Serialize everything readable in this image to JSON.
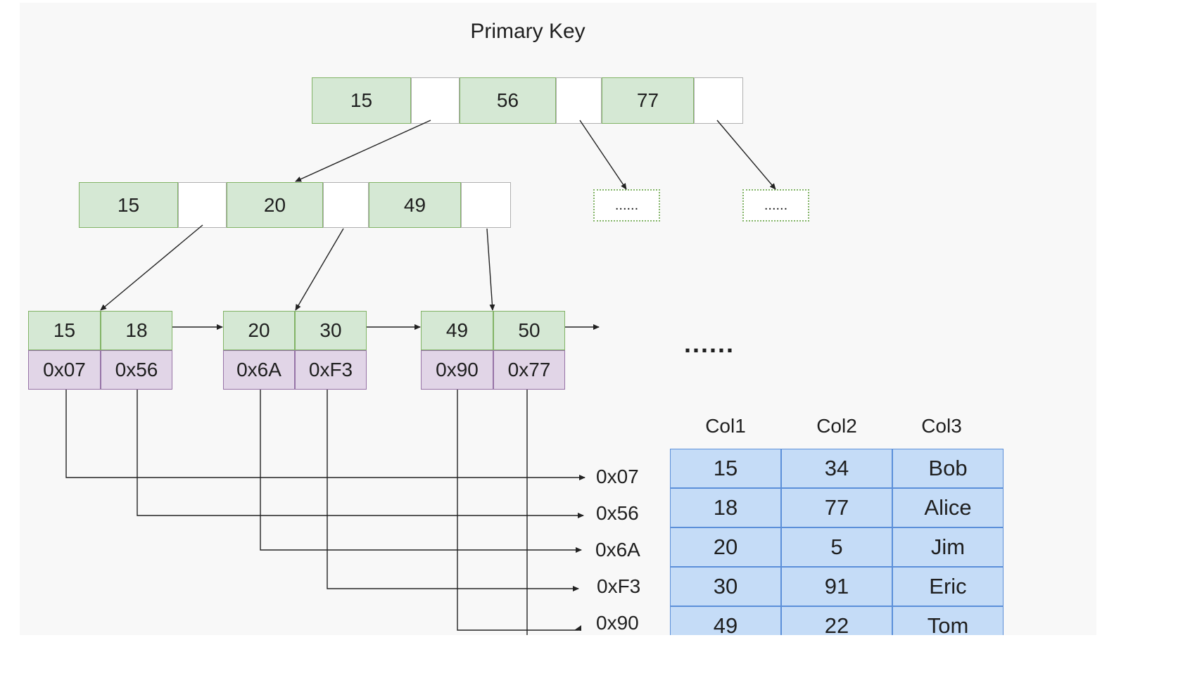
{
  "title": "Primary Key",
  "root_node": {
    "keys": [
      "15",
      "56",
      "77"
    ]
  },
  "level2_node": {
    "keys": [
      "15",
      "20",
      "49"
    ]
  },
  "placeholder_nodes": [
    "......",
    "......"
  ],
  "leaf_nodes": [
    {
      "keys": [
        "15",
        "18"
      ],
      "addresses": [
        "0x07",
        "0x56"
      ]
    },
    {
      "keys": [
        "20",
        "30"
      ],
      "addresses": [
        "0x6A",
        "0xF3"
      ]
    },
    {
      "keys": [
        "49",
        "50"
      ],
      "addresses": [
        "0x90",
        "0x77"
      ]
    }
  ],
  "leaf_ellipsis": "......",
  "row_addresses": [
    "0x07",
    "0x56",
    "0x6A",
    "0xF3",
    "0x90"
  ],
  "table": {
    "columns": [
      "Col1",
      "Col2",
      "Col3"
    ],
    "rows": [
      [
        "15",
        "34",
        "Bob"
      ],
      [
        "18",
        "77",
        "Alice"
      ],
      [
        "20",
        "5",
        "Jim"
      ],
      [
        "30",
        "91",
        "Eric"
      ],
      [
        "49",
        "22",
        "Tom"
      ]
    ]
  },
  "colors": {
    "key_fill": "#d5e8d4",
    "key_border": "#82b366",
    "address_fill": "#e1d5e7",
    "address_border": "#9673a6",
    "table_fill": "#c5dcf7",
    "table_border": "#5b8fd9"
  }
}
